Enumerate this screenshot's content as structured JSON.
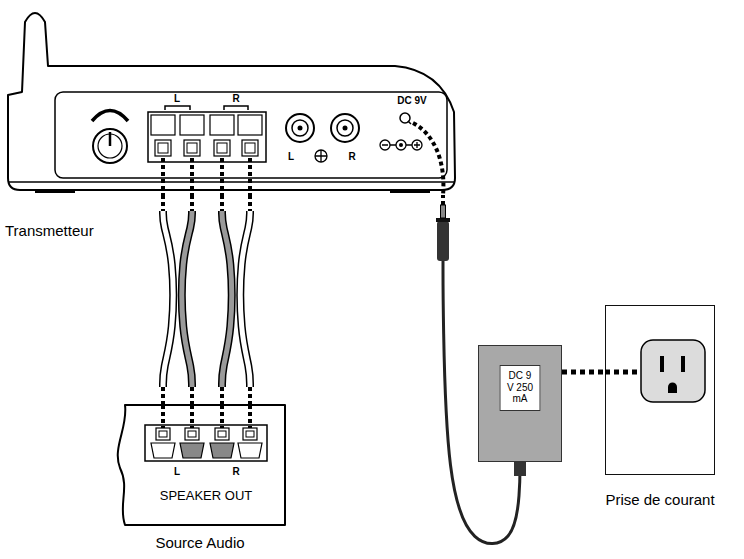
{
  "diagram": {
    "nodes": [
      {
        "text": [
          "Transmetteur"
        ]
      },
      {
        "text": [
          "SPEAKER OUT",
          "Source Audio"
        ]
      },
      {
        "text": [
          "DC 9 V 250 mA"
        ]
      },
      {
        "text": [
          "Prise de courant"
        ]
      }
    ],
    "edges": [
      {
        "from": 0,
        "to": 1,
        "arrow": "none"
      },
      {
        "from": 0,
        "to": 1,
        "arrow": "none"
      },
      {
        "from": 2,
        "to": 0,
        "arrow": "none"
      },
      {
        "from": 2,
        "to": 3,
        "arrow": "none"
      }
    ],
    "labels": [
      "L",
      "R",
      "L",
      "R",
      "DC 9V",
      "L",
      "R"
    ]
  }
}
